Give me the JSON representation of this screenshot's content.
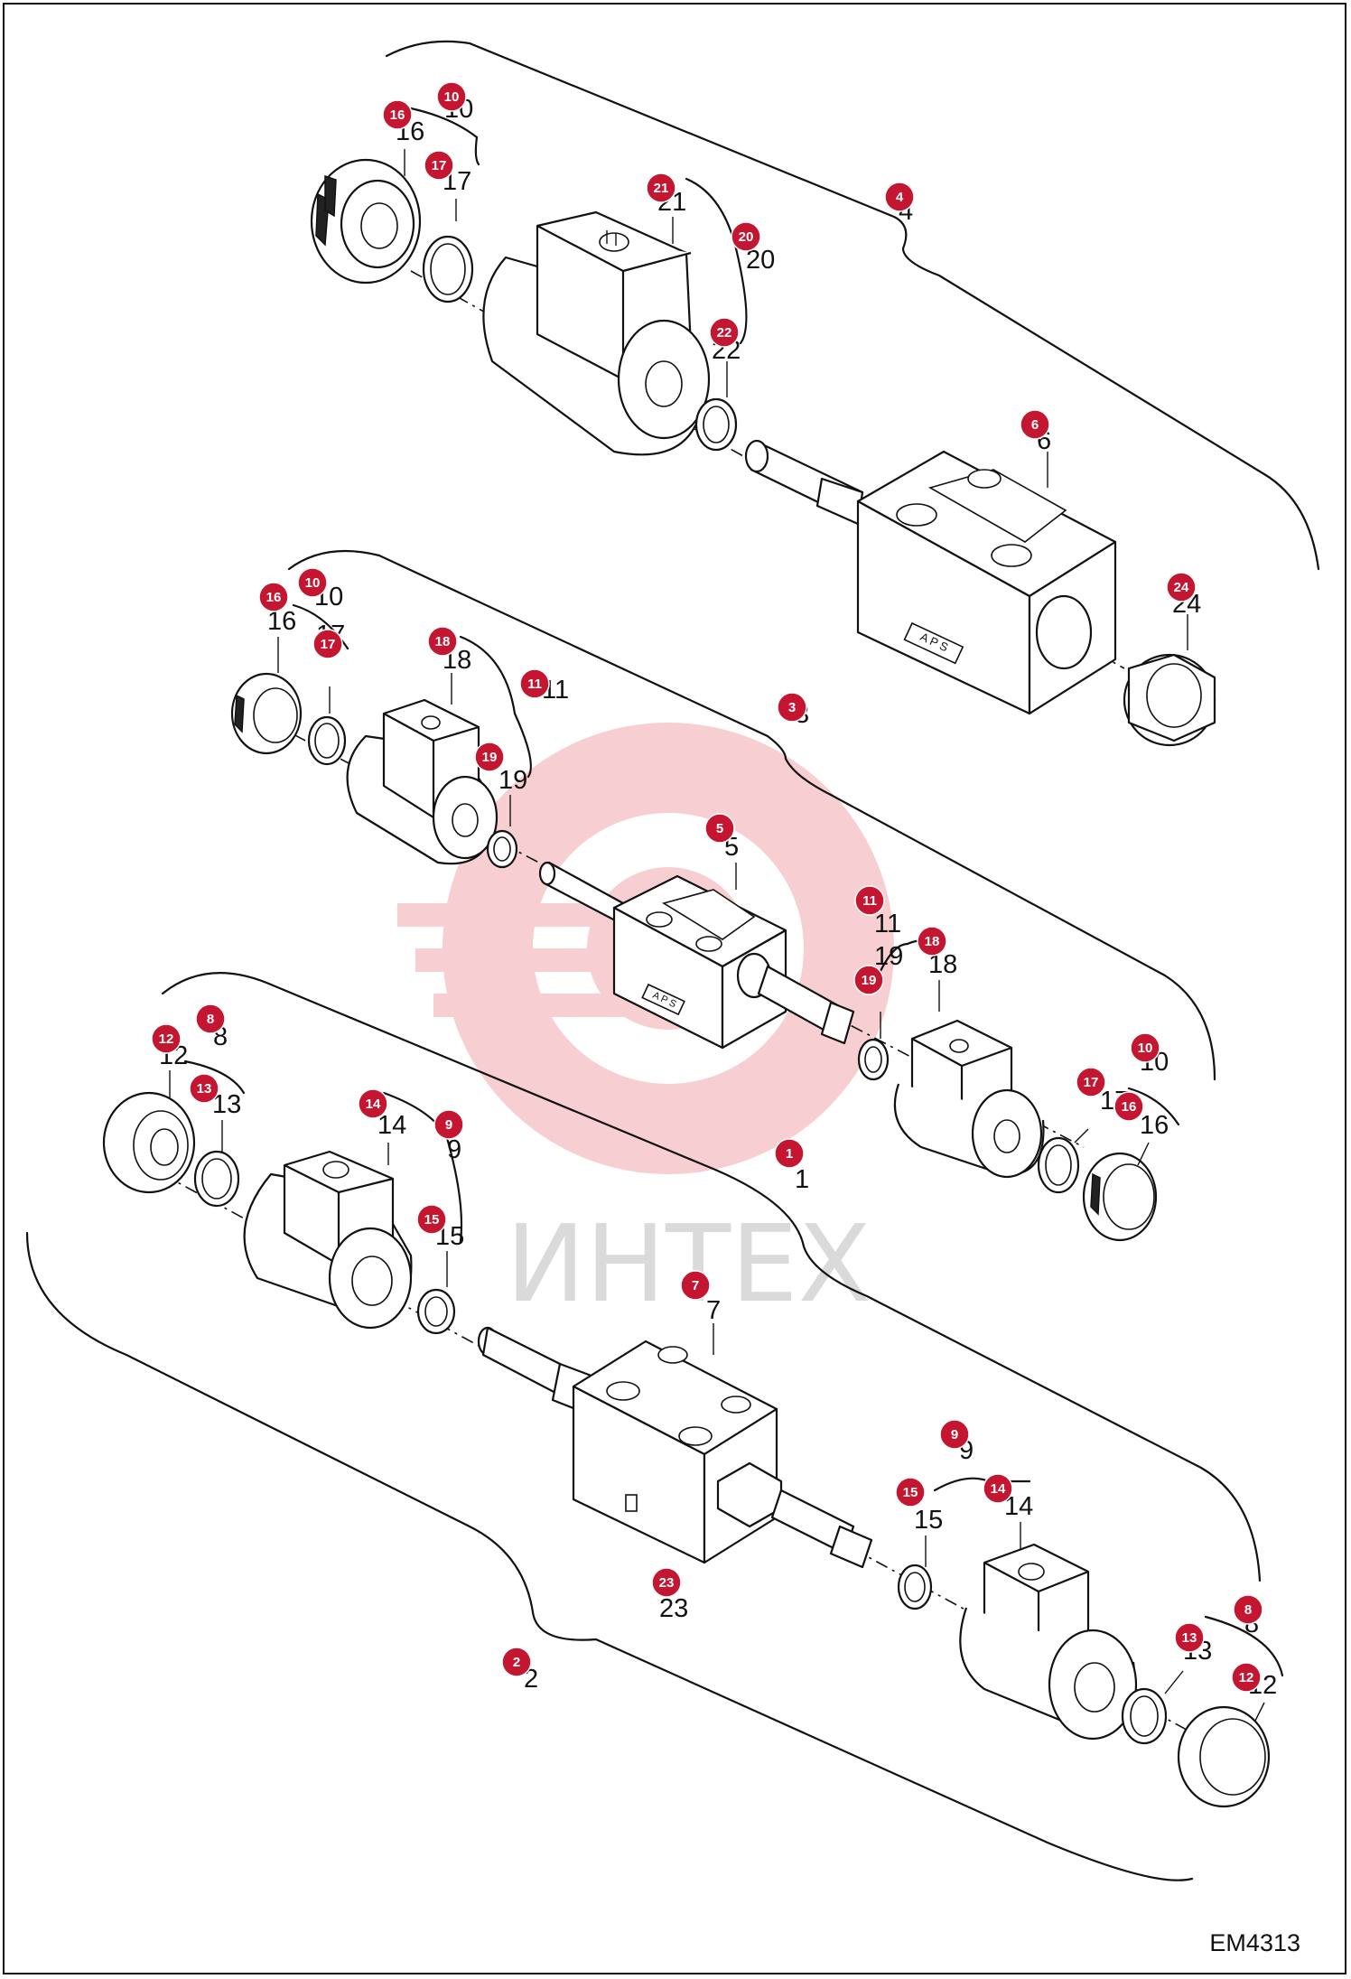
{
  "drawing_code": "EM4313",
  "watermark": "ИНТЕХ",
  "logo_letters": "A P S",
  "badge_color": "#c41631",
  "callouts": [
    {
      "id": "c4",
      "number": "4"
    },
    {
      "id": "c16a",
      "number": "16"
    },
    {
      "id": "c10a",
      "number": "10"
    },
    {
      "id": "c17a",
      "number": "17"
    },
    {
      "id": "c21",
      "number": "21"
    },
    {
      "id": "c20",
      "number": "20"
    },
    {
      "id": "c22",
      "number": "22"
    },
    {
      "id": "c6",
      "number": "6"
    },
    {
      "id": "c24",
      "number": "24"
    },
    {
      "id": "c16b",
      "number": "16"
    },
    {
      "id": "c10b",
      "number": "10"
    },
    {
      "id": "c17b",
      "number": "17"
    },
    {
      "id": "c18a",
      "number": "18"
    },
    {
      "id": "c11a",
      "number": "11"
    },
    {
      "id": "c19a",
      "number": "19"
    },
    {
      "id": "c3",
      "number": "3"
    },
    {
      "id": "c5",
      "number": "5"
    },
    {
      "id": "c11b",
      "number": "11"
    },
    {
      "id": "c18b",
      "number": "18"
    },
    {
      "id": "c19b",
      "number": "19"
    },
    {
      "id": "c10c",
      "number": "10"
    },
    {
      "id": "c17c",
      "number": "17"
    },
    {
      "id": "c16c",
      "number": "16"
    },
    {
      "id": "c8a",
      "number": "8"
    },
    {
      "id": "c12a",
      "number": "12"
    },
    {
      "id": "c13a",
      "number": "13"
    },
    {
      "id": "c14a",
      "number": "14"
    },
    {
      "id": "c9a",
      "number": "9"
    },
    {
      "id": "c15a",
      "number": "15"
    },
    {
      "id": "c1",
      "number": "1"
    },
    {
      "id": "c7",
      "number": "7"
    },
    {
      "id": "c9b",
      "number": "9"
    },
    {
      "id": "c15b",
      "number": "15"
    },
    {
      "id": "c14b",
      "number": "14"
    },
    {
      "id": "c23",
      "number": "23"
    },
    {
      "id": "c2",
      "number": "2"
    },
    {
      "id": "c13b",
      "number": "13"
    },
    {
      "id": "c8b",
      "number": "8"
    },
    {
      "id": "c12b",
      "number": "12"
    }
  ]
}
